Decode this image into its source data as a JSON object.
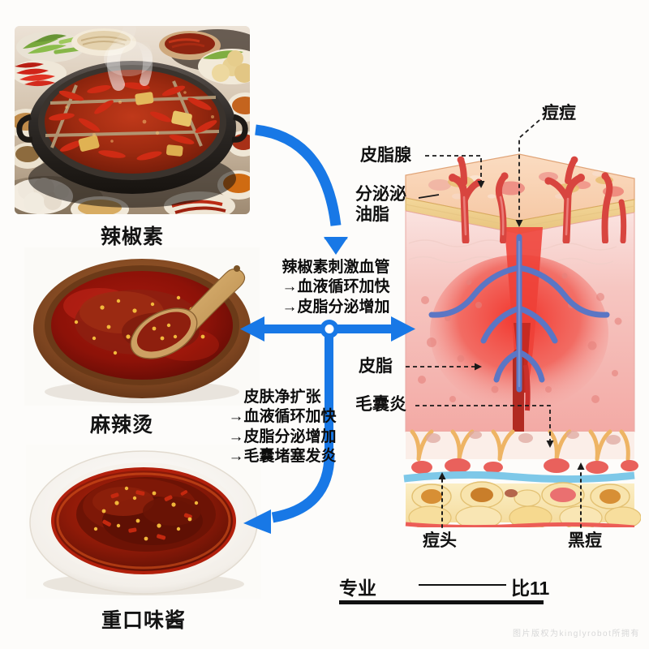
{
  "palette": {
    "arrow_blue": "#1878e6",
    "label_black": "#111111",
    "background": "#fdfcfa",
    "skin_epidermis": "#f7cdae",
    "skin_dermis": "#f4a9a4",
    "inflammation_red": "#ef3b33",
    "vein_blue": "#5b76c4",
    "artery_red": "#d9444a",
    "fat_yellow": "#f4d58b"
  },
  "photos": [
    {
      "id": "hotpot",
      "alt": "nine-grid spicy hotpot with dried chilies and side dishes",
      "caption": "辣椒素"
    },
    {
      "id": "chili-paste-bowl",
      "alt": "wooden bowl of red chili paste with a wooden spoon",
      "caption": "麻辣烫"
    },
    {
      "id": "chili-sauce-plate",
      "alt": "white plate of dark red heavy-flavor chili sauce",
      "caption": "重口味酱"
    }
  ],
  "flow": {
    "top_block": "辣椒素刺激血管\n→血液循环加快\n→皮脂分泌增加",
    "bottom_block": "皮肤净扩张\n→血液循环加快\n→皮脂分泌增加\n→毛囊堵塞发炎"
  },
  "anatomy": {
    "labels": [
      {
        "id": "sebaceous-gland",
        "text": "皮脂腺"
      },
      {
        "id": "oil-secretion",
        "text": "分泌泌\n油脂"
      },
      {
        "id": "pimple",
        "text": "痘痘"
      },
      {
        "id": "sebum",
        "text": "皮脂"
      },
      {
        "id": "folliculitis",
        "text": "毛囊炎"
      },
      {
        "id": "whitehead",
        "text": "痘头"
      },
      {
        "id": "blackhead",
        "text": "黑痘"
      }
    ]
  },
  "footer": {
    "scale_left": "专业",
    "scale_right": "比11",
    "watermark": "图片版权为kinglyrobot所拥有"
  }
}
